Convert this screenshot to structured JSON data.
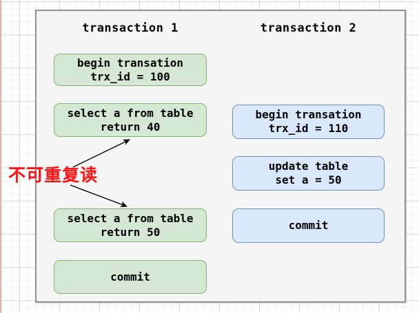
{
  "canvas": {
    "background_color": "#ffffff",
    "grid_minor_color": "#f2f2f2",
    "grid_major_color": "#d8d8d8",
    "page_edge_color": "#e7aeae",
    "container_fill": "#f5f5f5",
    "container_border": "#8f8f8f"
  },
  "diagram": {
    "columns": [
      {
        "title": "transaction 1",
        "fill": "#d5e8d4",
        "border": "#82b366",
        "boxes": [
          {
            "line1": "begin transation",
            "line2": "trx_id = 100"
          },
          {
            "line1": "select a from table",
            "line2": "return 40"
          },
          {
            "line1": "select a from table",
            "line2": "return 50"
          },
          {
            "line1": "commit"
          }
        ]
      },
      {
        "title": "transaction 2",
        "fill": "#dae8fc",
        "border": "#6c8ebf",
        "boxes": [
          {
            "line1": "begin transation",
            "line2": "trx_id = 110"
          },
          {
            "line1": "update table",
            "line2": "set a = 50"
          },
          {
            "line1": "commit"
          }
        ]
      }
    ],
    "annotation": {
      "label": "不可重复读",
      "color": "#ff1212",
      "arrow_color": "#000000"
    }
  }
}
